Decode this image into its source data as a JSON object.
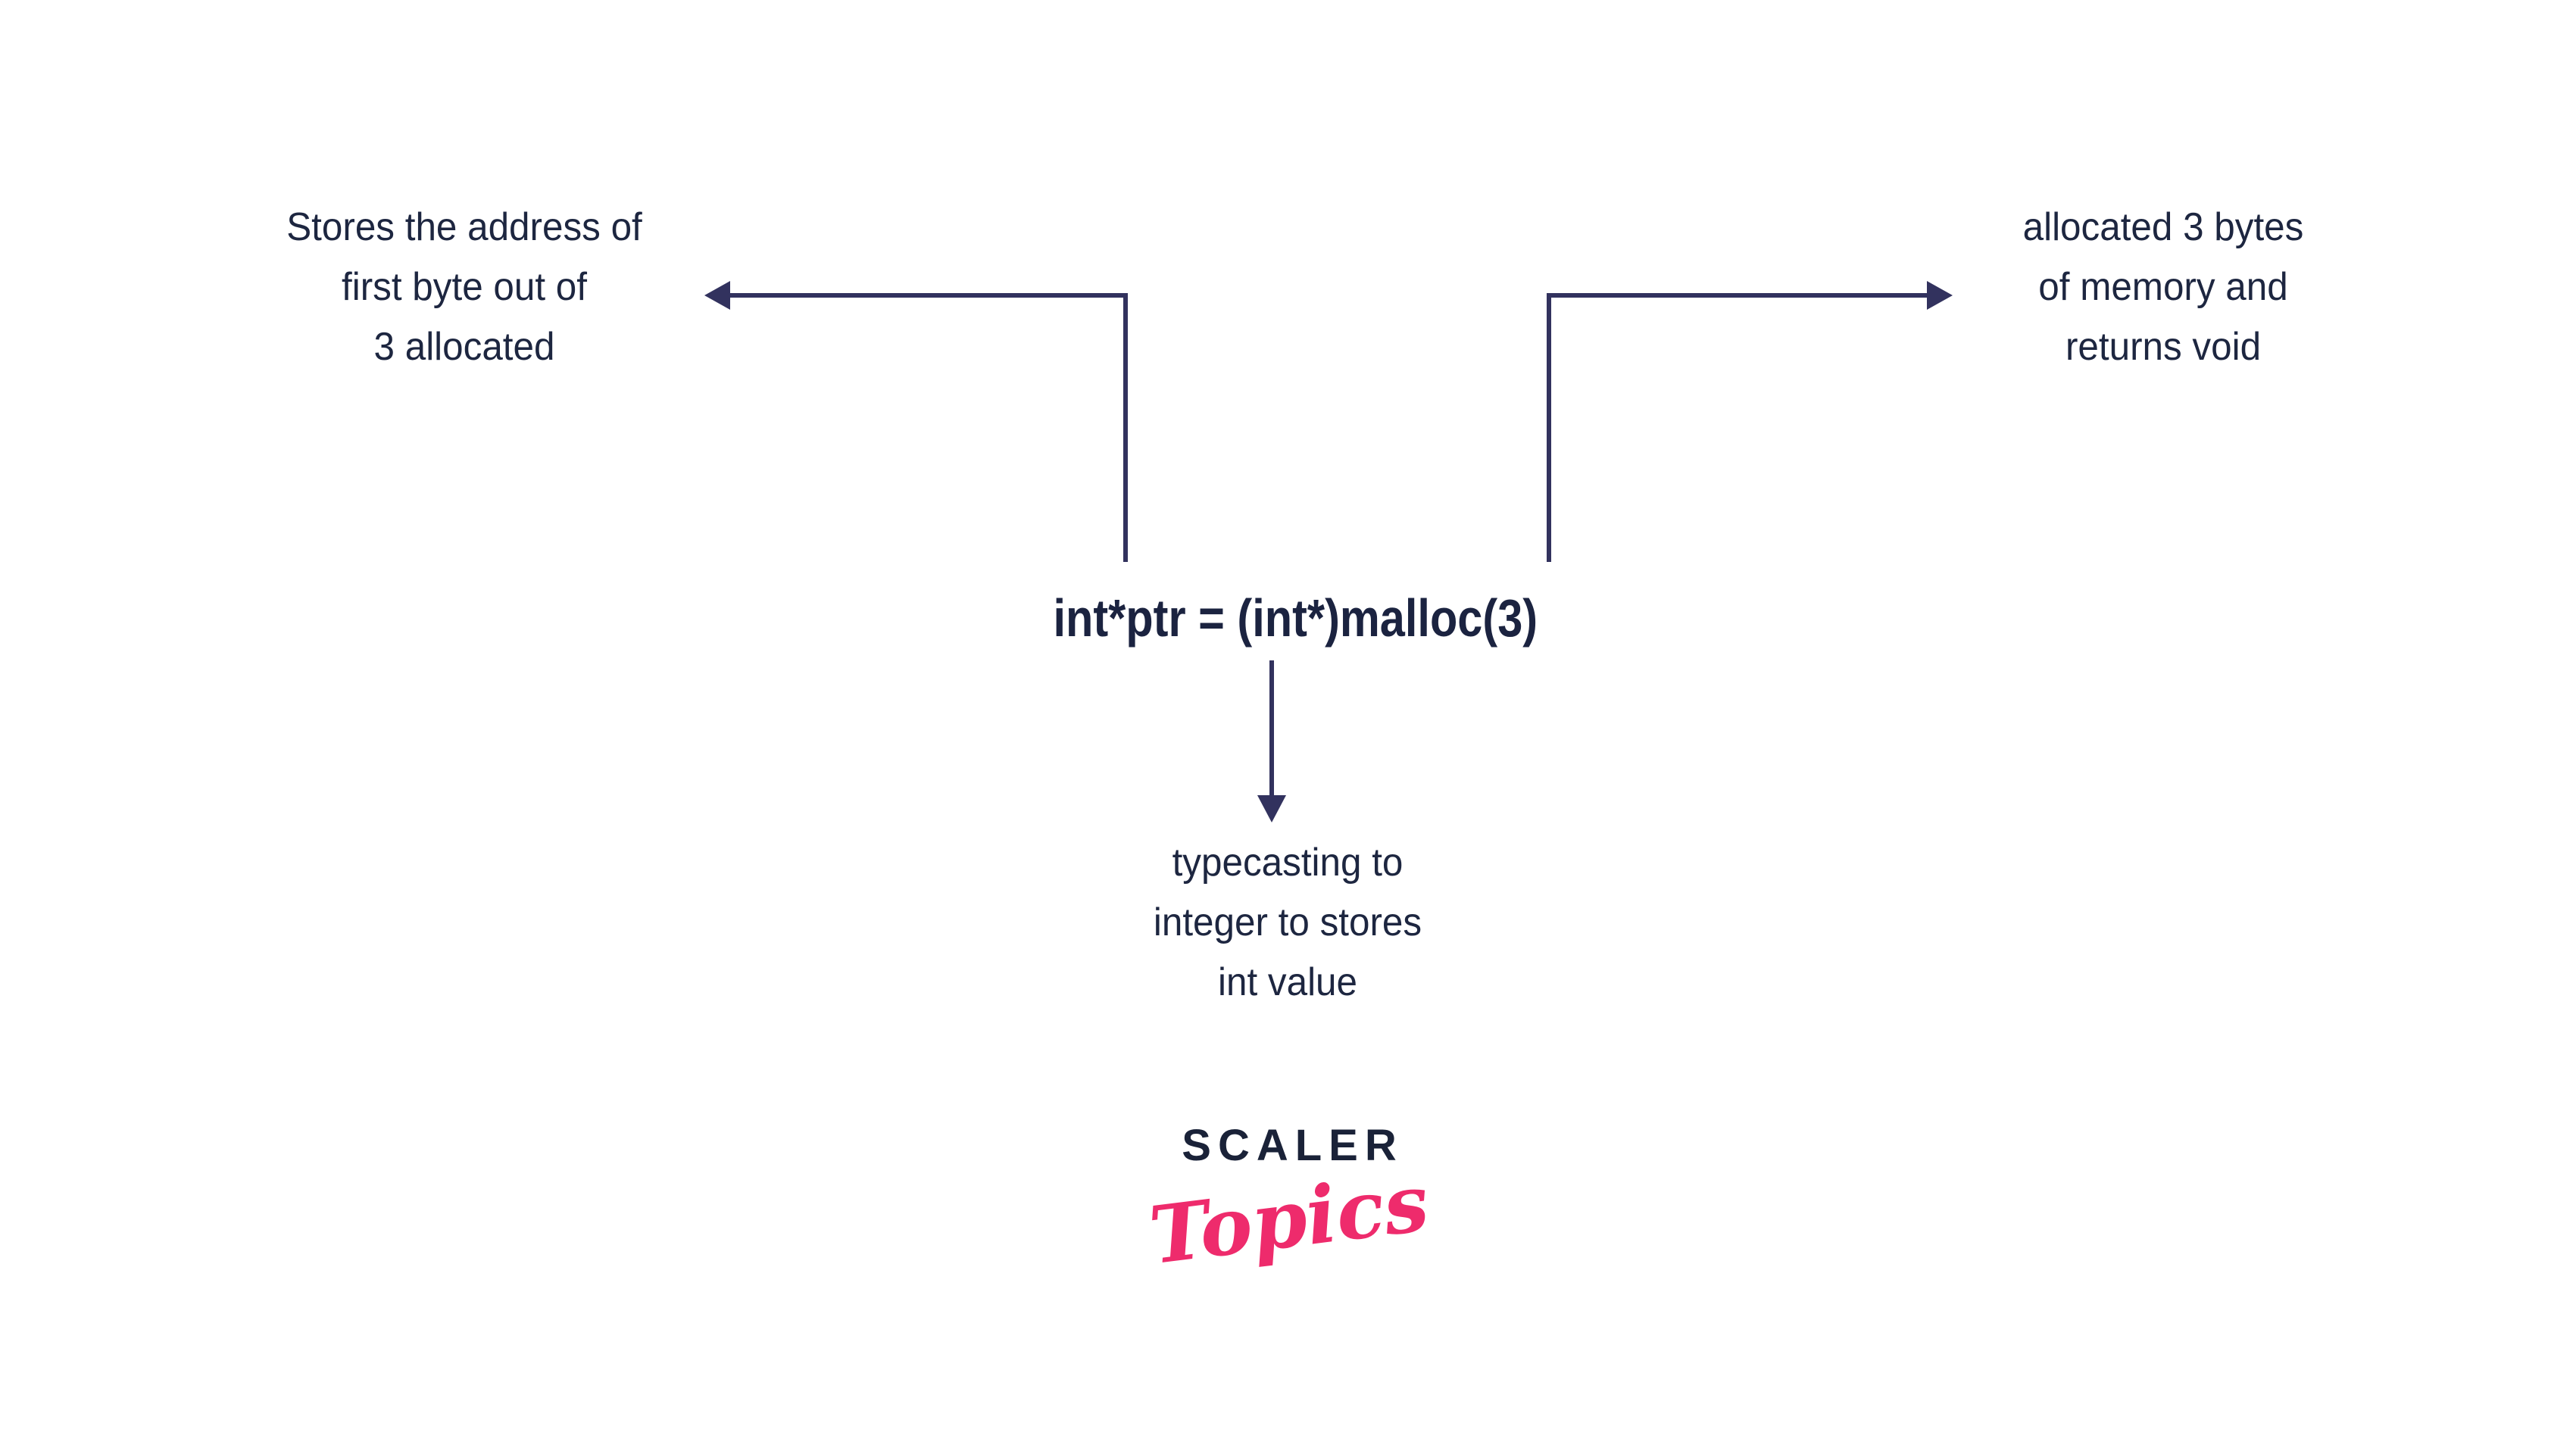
{
  "diagram": {
    "code": "int*ptr = (int*)malloc(3)",
    "left_label": {
      "lines": [
        "Stores the address of",
        "first byte out of",
        "3 allocated"
      ]
    },
    "right_label": {
      "lines": [
        "allocated 3 bytes",
        "of memory and",
        "returns void"
      ]
    },
    "bottom_label": {
      "lines": [
        "typecasting to",
        "integer to stores",
        "int value"
      ]
    },
    "colors": {
      "background": "#ffffff",
      "text": "#1d2640",
      "code_text": "#1b2340",
      "connector": "#32325e",
      "logo_navy": "#1a2238",
      "logo_pink": "#ee2b6c"
    }
  },
  "logo": {
    "primary": "SCALER",
    "secondary": "Topics"
  }
}
